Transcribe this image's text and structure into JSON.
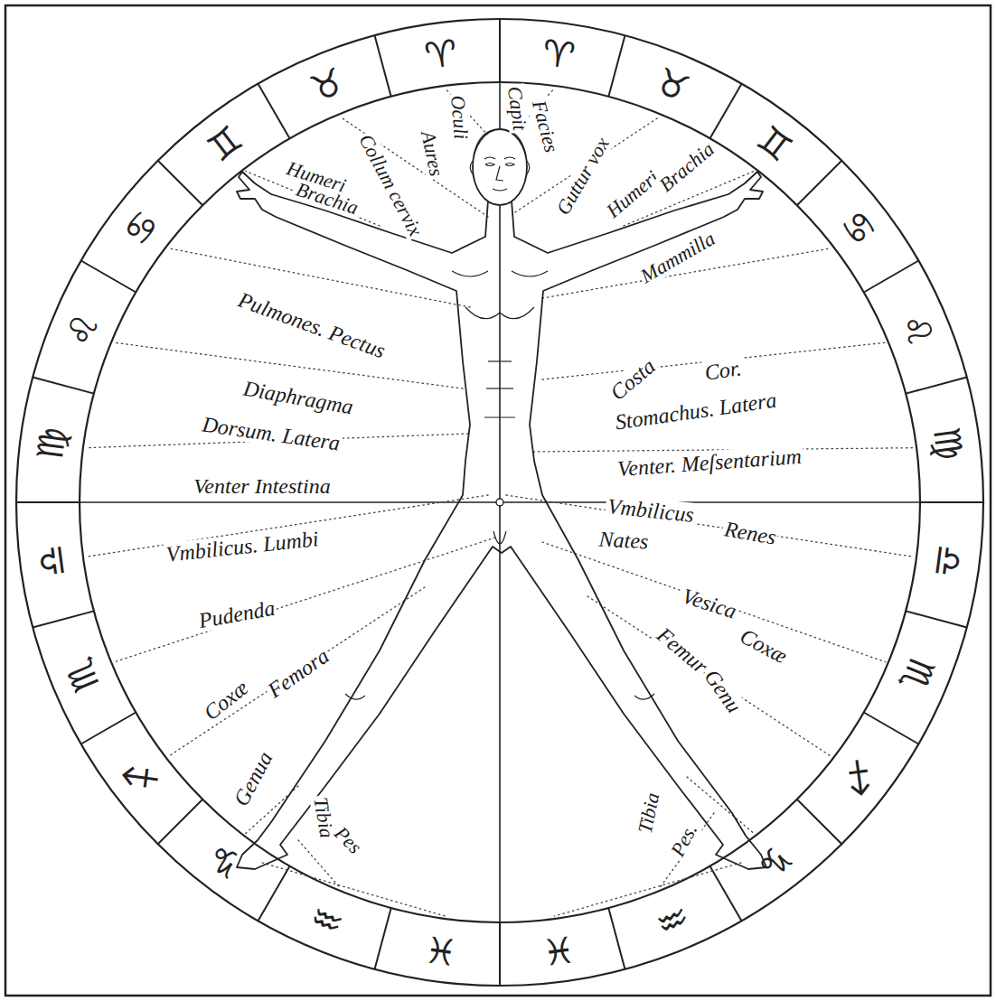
{
  "diagram": {
    "labels": [
      "Capit",
      "Oculi",
      "Facies",
      "Aures",
      "Guttur vox",
      "Collum cervix",
      "Humeri",
      "Brachia",
      "Humeri",
      "Brachia",
      "Mammilla",
      "Pulmones. Pectus",
      "Costa",
      "Cor.",
      "Diaphragma",
      "Stomachus. Latera",
      "Dorsum. Latera",
      "Venter. Meſsentarium",
      "Venter Intestina",
      "Vmbilicus",
      "Nates",
      "Renes",
      "Vmbilicus. Lumbi",
      "Pudenda",
      "Vesica",
      "Coxæ",
      "Femur",
      "Femora",
      "Genu",
      "Coxæ",
      "Genua",
      "Tibia",
      "Tibia",
      "Pes",
      "Pes.",
      "♈",
      "♉",
      "♊",
      "♋",
      "♌",
      "♍",
      "♎",
      "♏",
      "♐",
      "♑",
      "♒",
      "♓",
      "♓",
      "♒",
      "♑",
      "♐",
      "♏",
      "♎",
      "♍",
      "♌",
      "♋",
      "♊",
      "♉",
      "♈"
    ]
  }
}
